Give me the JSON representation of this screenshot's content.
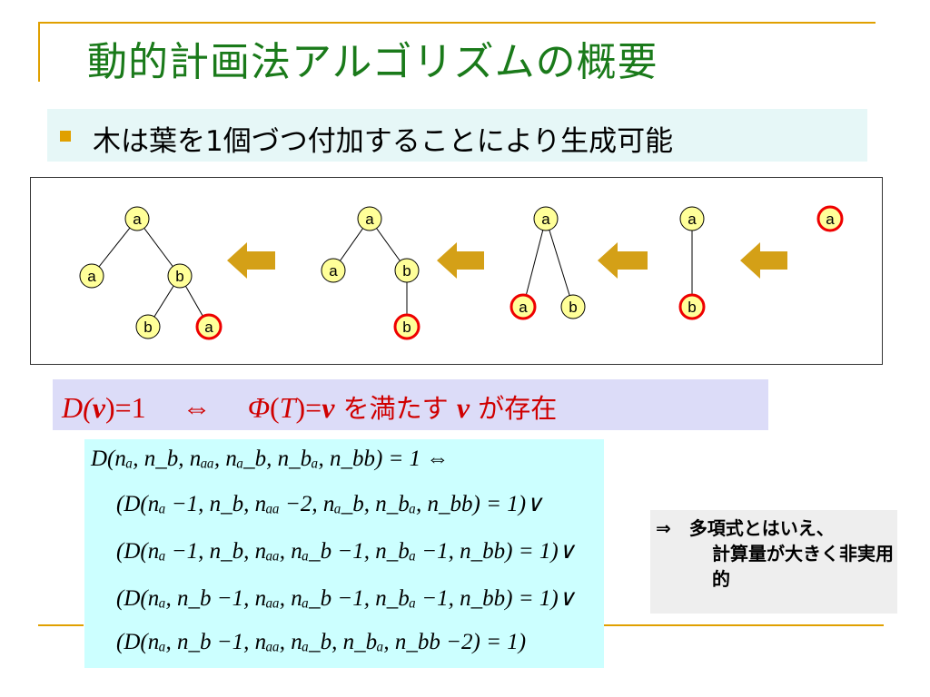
{
  "slide": {
    "title": "動的計画法アルゴリズムの概要",
    "bullet": "木は葉を1個づつ付加することにより生成可能"
  },
  "colors": {
    "node_fill": "#ffff99",
    "node_highlight": "#ee0000",
    "arrow": "#d4a017",
    "title": "#1a7a1a",
    "equation": "#d00000"
  },
  "trees": [
    {
      "nodes": [
        {
          "label": "a",
          "highlight": false
        },
        {
          "label": "a",
          "highlight": false
        },
        {
          "label": "b",
          "highlight": false
        },
        {
          "label": "b",
          "highlight": false
        },
        {
          "label": "a",
          "highlight": true
        }
      ]
    },
    {
      "nodes": [
        {
          "label": "a",
          "highlight": false
        },
        {
          "label": "a",
          "highlight": false
        },
        {
          "label": "b",
          "highlight": false
        },
        {
          "label": "b",
          "highlight": true
        }
      ]
    },
    {
      "nodes": [
        {
          "label": "a",
          "highlight": false
        },
        {
          "label": "a",
          "highlight": true
        },
        {
          "label": "b",
          "highlight": false
        }
      ]
    },
    {
      "nodes": [
        {
          "label": "a",
          "highlight": false
        },
        {
          "label": "b",
          "highlight": true
        }
      ]
    },
    {
      "nodes": [
        {
          "label": "a",
          "highlight": true
        }
      ]
    }
  ],
  "equation": {
    "lhs": "D(",
    "v1": "v",
    "mid1": ")=1　 ⇔　 ",
    "phi": "Φ",
    "mid2": "(",
    "t": "T",
    "mid3": ")=",
    "v2": "v",
    "jp1": " を満たす ",
    "v3": "v",
    "jp2": " が存在"
  },
  "formula": {
    "lines": [
      "D(nₐ, n_b, nₐₐ, nₐ_b, n_bₐ, n_bb) = 1 ⇔",
      "(D(nₐ −1, n_b, nₐₐ −2, nₐ_b, n_bₐ, n_bb) = 1)∨",
      "(D(nₐ −1, n_b, nₐₐ, nₐ_b −1, n_bₐ −1, n_bb) = 1)∨",
      "(D(nₐ, n_b −1, nₐₐ, nₐ_b −1, n_bₐ −1, n_bb) = 1)∨",
      "(D(nₐ, n_b −1, nₐₐ, nₐ_b, n_bₐ, n_bb −2) = 1)"
    ]
  },
  "note": {
    "line1": "⇒　多項式とはいえ、",
    "line2": "計算量が大きく非実用的"
  }
}
